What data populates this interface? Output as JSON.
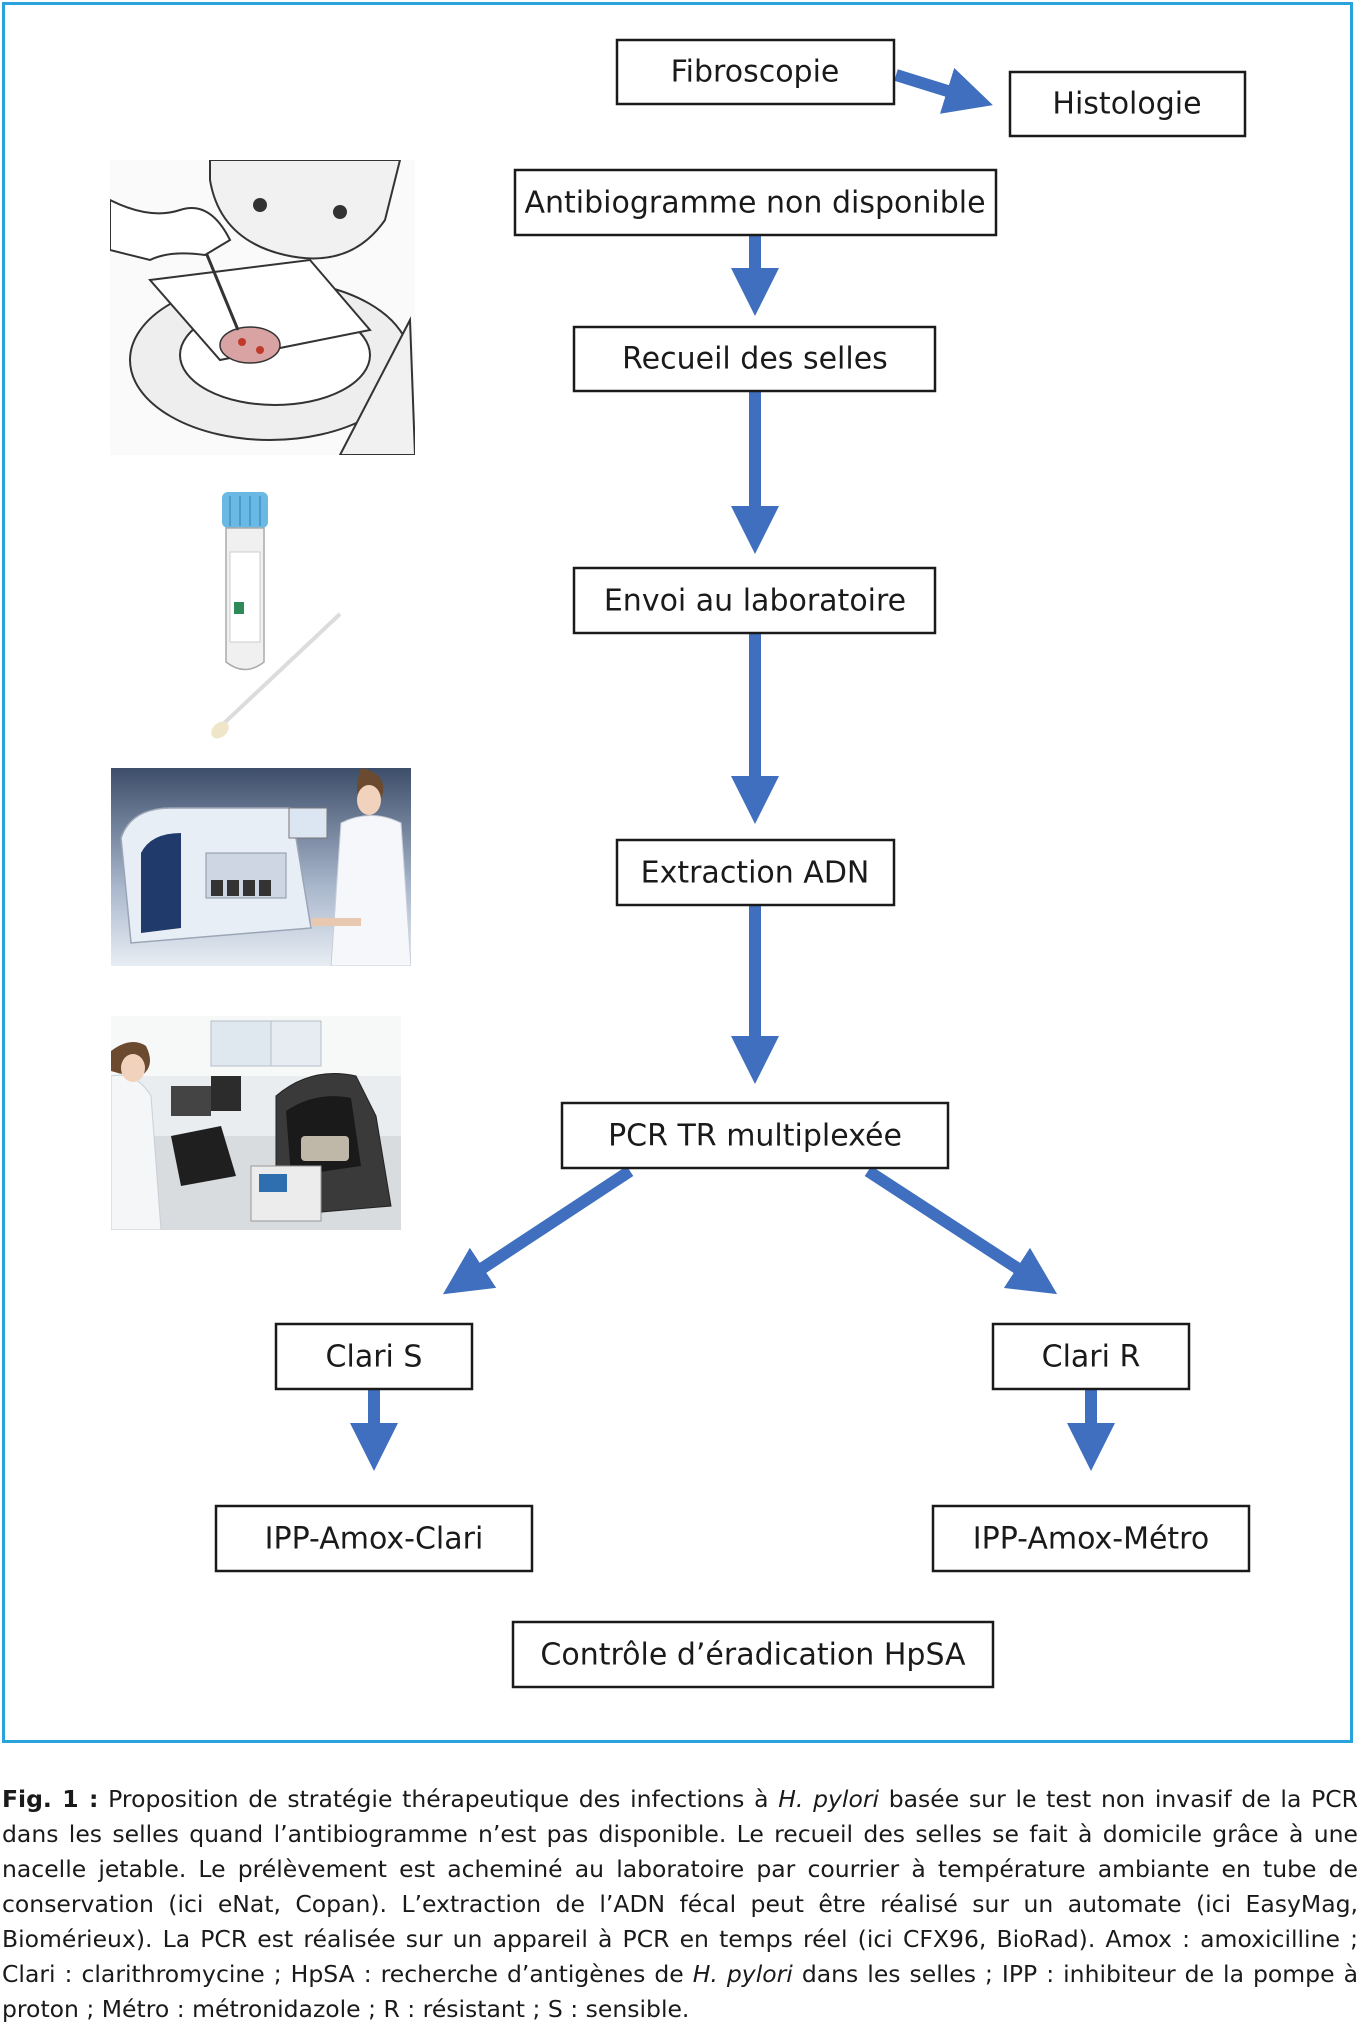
{
  "nodes": {
    "fibroscopie": "Fibroscopie",
    "histologie": "Histologie",
    "antibiogramme": "Antibiogramme non disponible",
    "recueil": "Recueil des selles",
    "envoi": "Envoi au laboratoire",
    "extraction": "Extraction ADN",
    "pcr": "PCR TR multiplexée",
    "clari_s": "Clari S",
    "clari_r": "Clari R",
    "ipp_clari": "IPP-Amox-Clari",
    "ipp_metro": "IPP-Amox-Métro",
    "controle": "Contrôle d’éradication HpSA"
  },
  "colors": {
    "arrow": "#3f6fbe",
    "frame": "#2aa3dc",
    "box_border": "#1a1a1a"
  },
  "icons": [
    "stool-collection-illustration",
    "sample-tube-swab-photo",
    "dna-extraction-automate-photo",
    "pcr-lab-photo"
  ],
  "caption": {
    "label": "Fig. 1 :",
    "part1": " Proposition de stratégie thérapeutique des infections à ",
    "organism1": "H. pylori",
    "part2": " basée sur le test non invasif de la PCR dans les selles quand l’antibiogramme n’est pas disponible. Le recueil des selles se fait à domicile grâce à une nacelle jetable. Le prélèvement est acheminé au laboratoire par courrier à température ambiante en tube de conservation (ici eNat, Copan). L’extraction de l’ADN fécal peut être réalisé sur un automate (ici EasyMag, Biomérieux). La PCR est réalisée sur un appareil à PCR en temps réel (ici CFX96, BioRad). Amox : amoxicilline ; Clari : clarithromycine ; HpSA : recherche d’antigènes de ",
    "organism2": "H. pylori",
    "part3": " dans les selles ; IPP : inhibiteur de la pompe à proton ; Métro : métronidazole ; R : résistant ; S : sensible."
  }
}
